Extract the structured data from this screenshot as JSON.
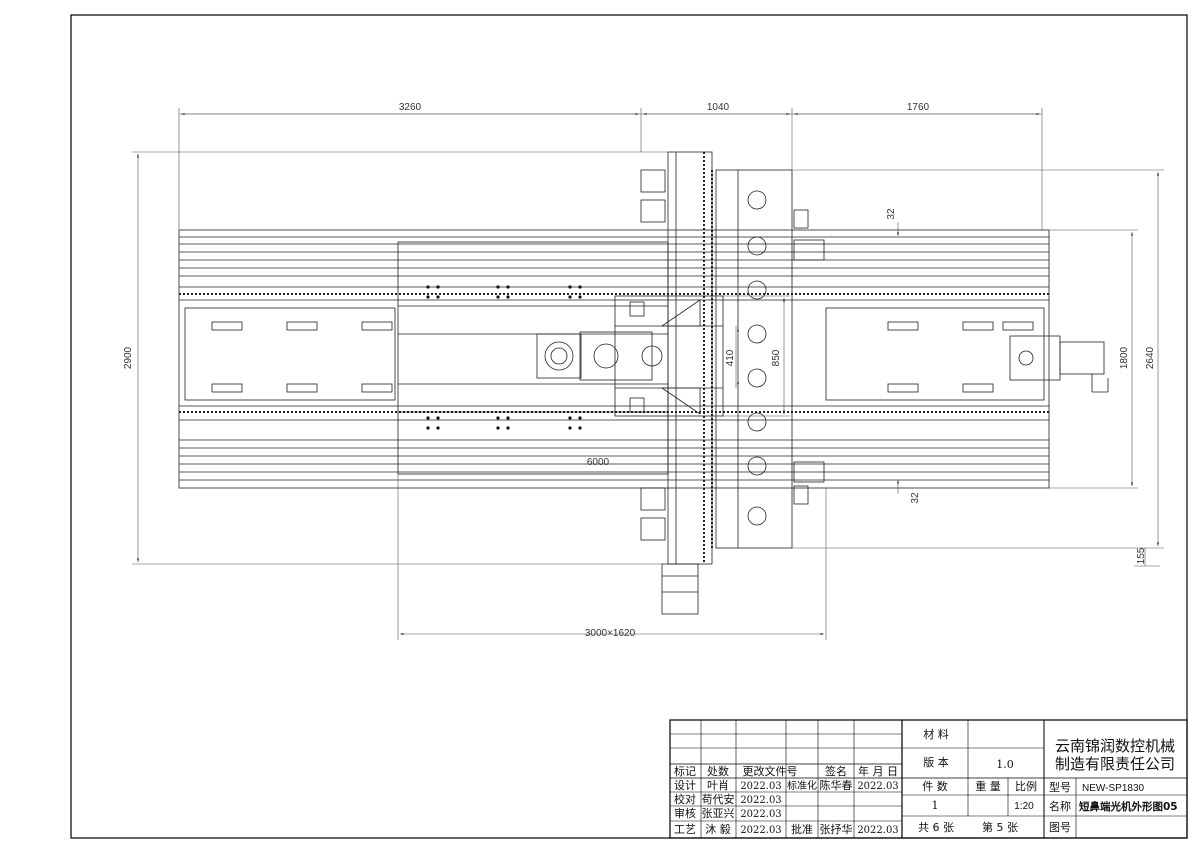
{
  "dimensions": {
    "d_3260": "3260",
    "d_1040": "1040",
    "d_1760": "1760",
    "d_2900": "2900",
    "d_2640": "2640",
    "d_1800": "1800",
    "d_850": "850",
    "d_410": "410",
    "d_32_top": "32",
    "d_32_bottom": "32",
    "d_155": "155",
    "d_6000": "6000",
    "d_3000x1620": "3000×1620"
  },
  "title_block": {
    "company_line1": "云南锦润数控机械",
    "company_line2": "制造有限责任公司",
    "material_label": "材 料",
    "version_label": "版 本",
    "version_value": "1.0",
    "model_label": "型号",
    "model_value": "NEW-SP1830",
    "pieces_label": "件 数",
    "weight_label": "重 量",
    "scale_label": "比例",
    "pieces_value": "1",
    "scale_value": "1:20",
    "name_label": "名称",
    "name_value": "短鼻端光机外形图05",
    "total_sheets": "共 6 张",
    "sheet_no": "第 5 张",
    "drawing_no_label": "图号",
    "rev_headers": [
      "标记",
      "处数",
      "更改文件号",
      "签名",
      "年 月 日"
    ],
    "rows": {
      "design_label": "设计",
      "design_name": "叶肖",
      "design_date": "2022.03",
      "std_label": "标准化",
      "std_name": "陈华春",
      "std_date": "2022.03",
      "check_label": "校对",
      "check_name": "苟代安",
      "check_date": "2022.03",
      "review_label": "审核",
      "review_name": "张亚兴",
      "review_date": "2022.03",
      "craft_label": "工艺",
      "craft_name": "沐 毅",
      "craft_date": "2022.03",
      "approve_label": "批准",
      "approve_name": "张抒华",
      "approve_date": "2022.03"
    }
  }
}
